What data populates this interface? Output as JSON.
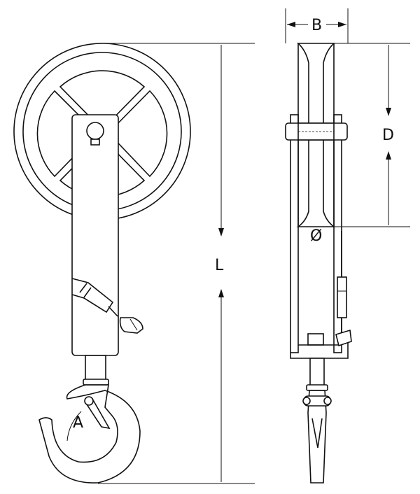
{
  "labels": {
    "B": "B",
    "D": "D",
    "L": "L",
    "A": "A",
    "diameter": "Ø"
  },
  "colors": {
    "line": "#111111",
    "background": "#ffffff"
  }
}
